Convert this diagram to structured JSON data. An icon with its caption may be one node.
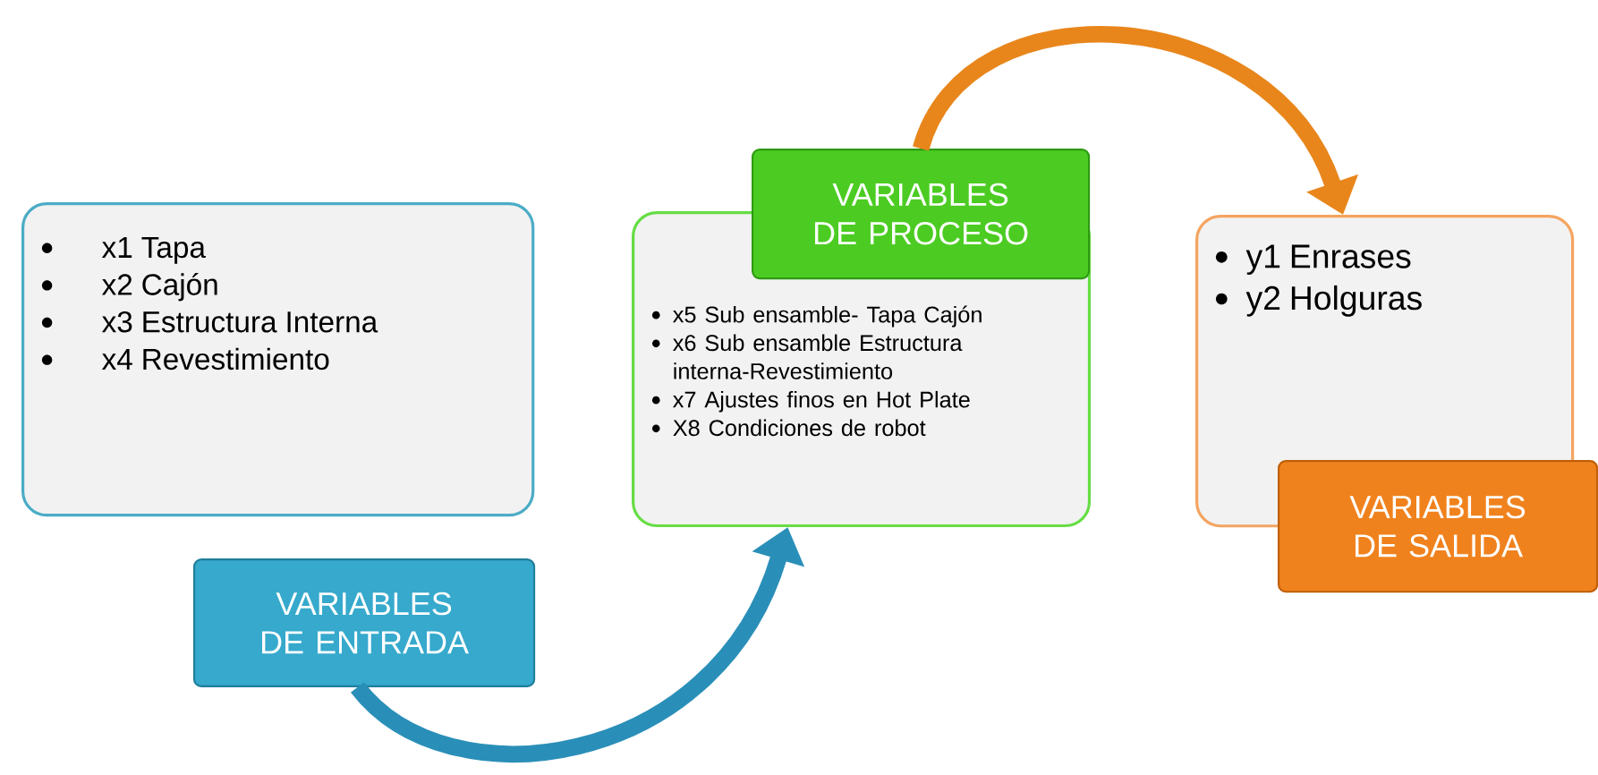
{
  "diagram": {
    "nodes": [
      {
        "text": [
          "x1 Tapa",
          "x2 Cajón",
          "x3 Estructura Interna",
          "x4 Revestimiento"
        ]
      },
      {
        "text": [
          "VARIABLES DE ENTRADA"
        ]
      },
      {
        "text": [
          "x5 Sub ensamble- Tapa Cajón",
          "x6 Sub ensamble Estructura interna-Revestimiento",
          "x7 Ajustes finos en Hot Plate",
          "X8 Condiciones de robot"
        ]
      },
      {
        "text": [
          "VARIABLES DE PROCESO"
        ]
      },
      {
        "text": [
          "y1 Enrases",
          "y2 Holguras"
        ]
      },
      {
        "text": [
          "VARIABLES DE SALIDA"
        ]
      }
    ],
    "edges": [
      {
        "from": 1,
        "to": 2,
        "arrow": "to",
        "color": "#2a8fb8"
      },
      {
        "from": 3,
        "to": 4,
        "arrow": "to",
        "color": "#e8861c"
      }
    ]
  }
}
